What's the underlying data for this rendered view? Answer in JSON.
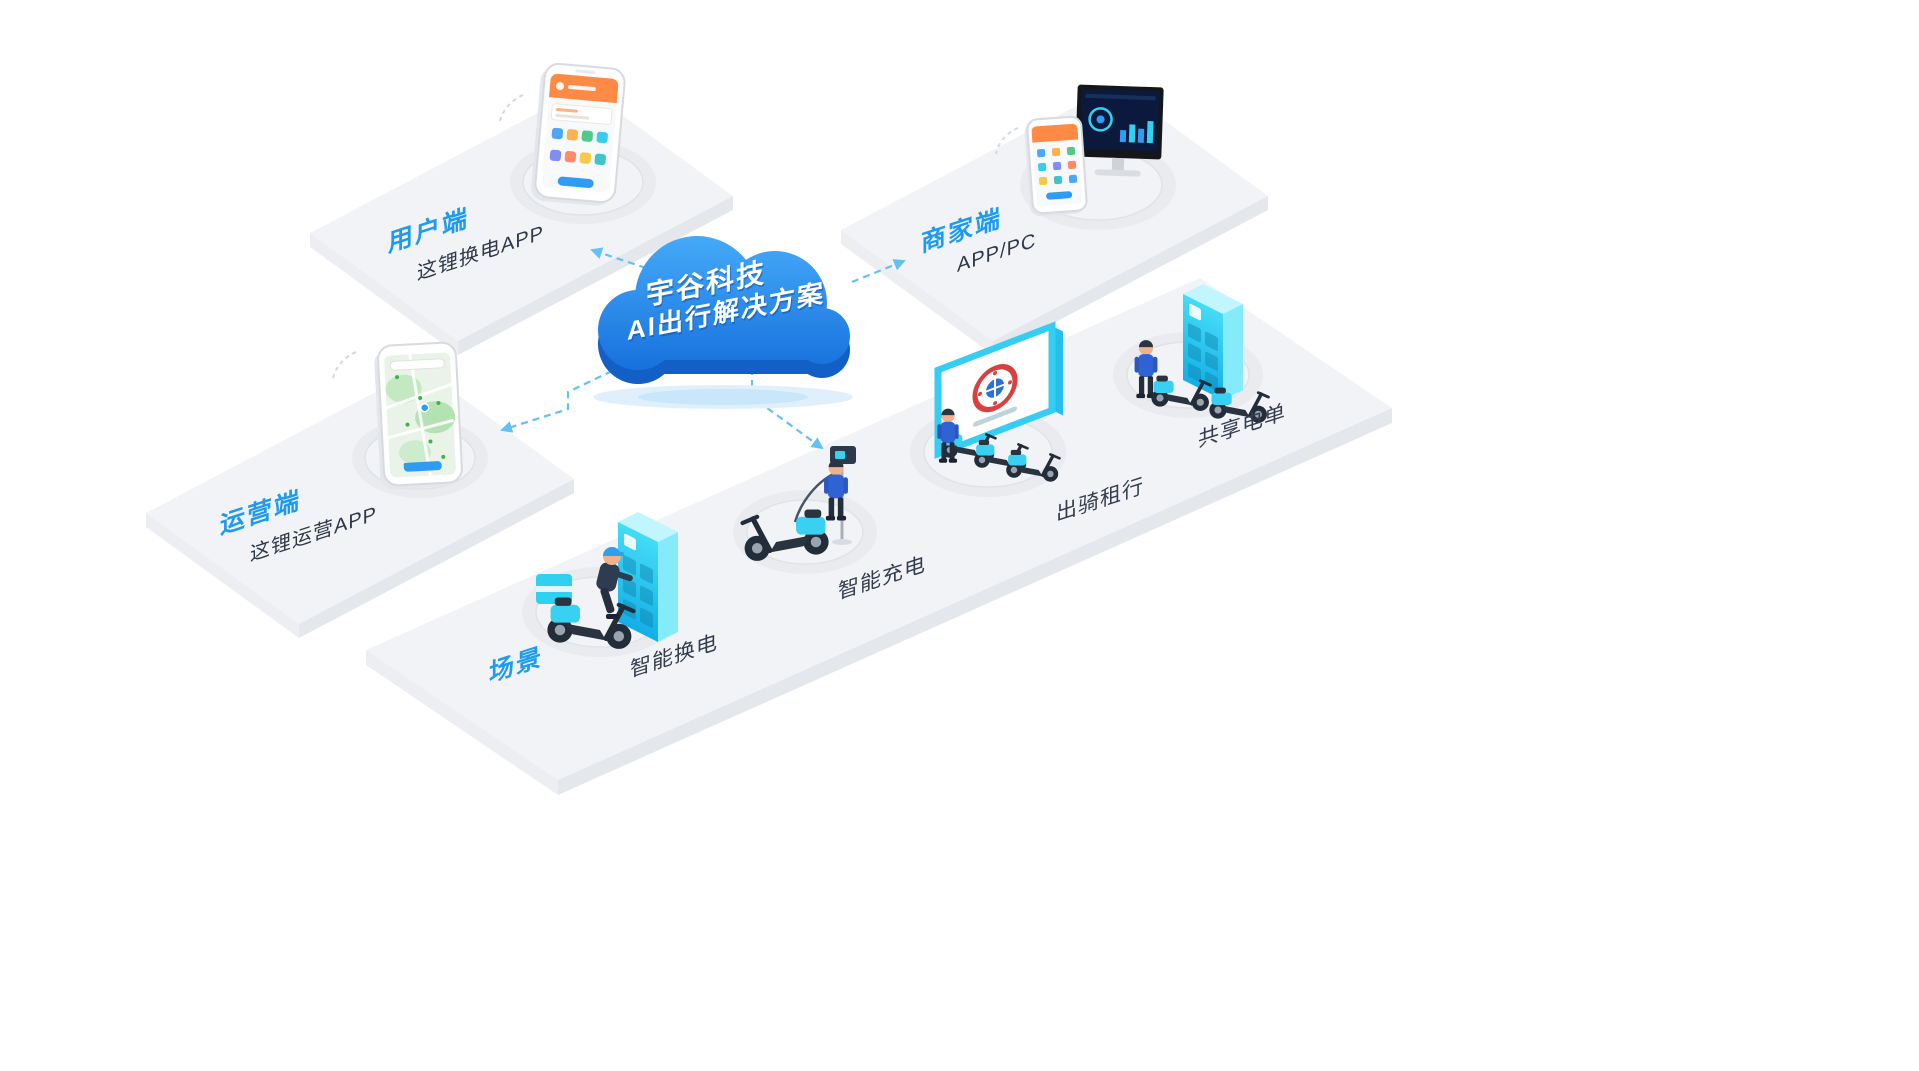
{
  "cloud": {
    "line1": "宇谷科技",
    "line2": "AI出行解决方案"
  },
  "platforms": {
    "user": {
      "title": "用户端",
      "subtitle": "这锂换电APP"
    },
    "merchant": {
      "title": "商家端",
      "subtitle": "APP/PC"
    },
    "operator": {
      "title": "运营端",
      "subtitle": "这锂运营APP"
    },
    "scene": {
      "title": "场景"
    }
  },
  "scenes": [
    {
      "label": "智能换电"
    },
    {
      "label": "智能充电"
    },
    {
      "label": "出骑租行"
    },
    {
      "label": "共享电单"
    }
  ],
  "colors": {
    "accent_blue": "#1e9bf0",
    "cloud_blue": "#1f7fe4",
    "device_cyan": "#2fd1f1",
    "text_dark": "#2e3847",
    "platform_gray": "#f2f3f6",
    "arrow_blue": "#62c2f0",
    "background": "#ffffff"
  }
}
